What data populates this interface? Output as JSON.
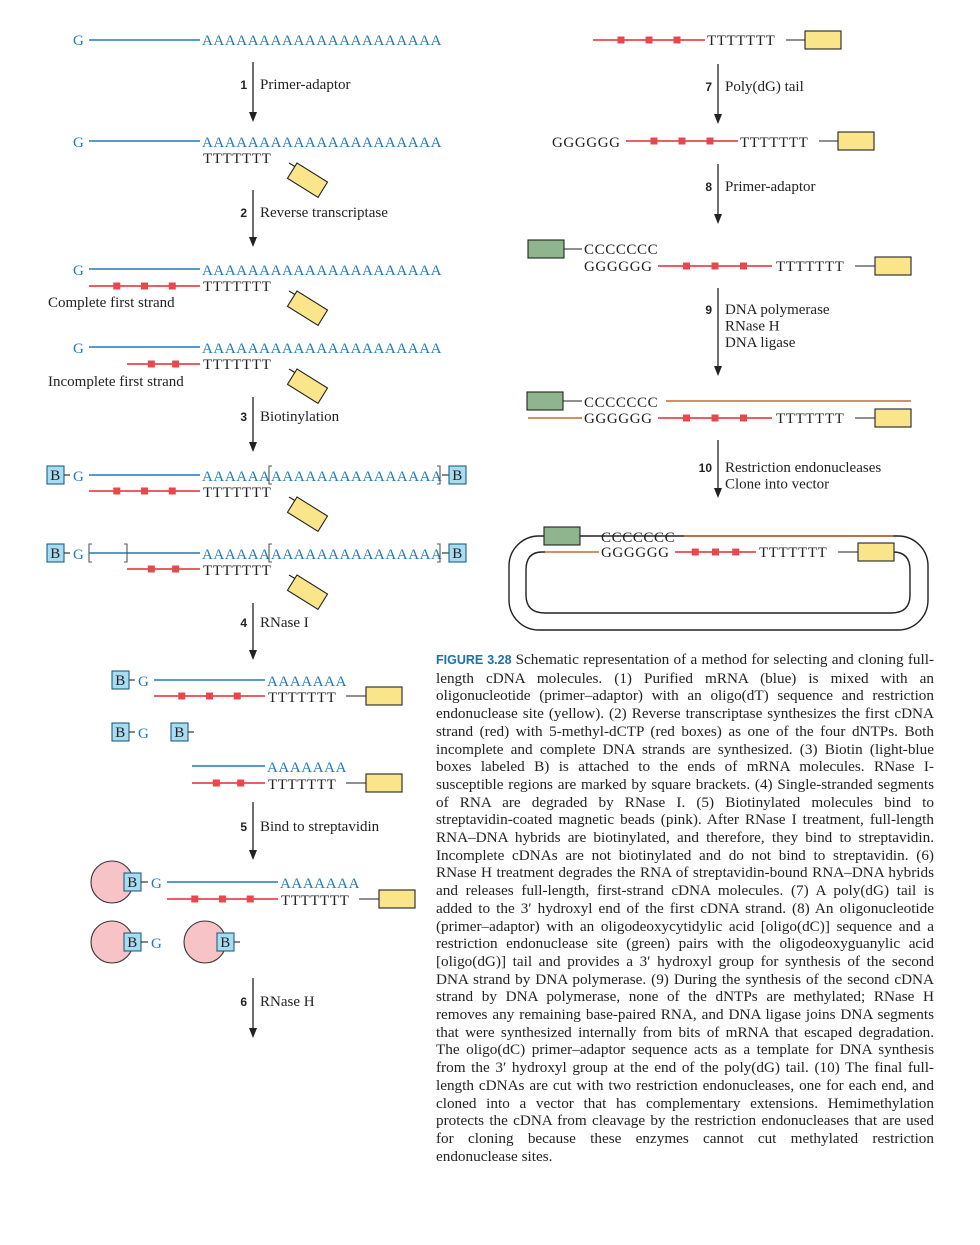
{
  "colors": {
    "rna": "#1f7ab8",
    "cdna_red": "#e8474c",
    "primer_yellow": "#fbe58b",
    "biotin_blue": "#a8dcf0",
    "bead_pink": "#f7c3c6",
    "adaptor_green": "#8fb58e",
    "second_strand_orange": "#c96a2c",
    "caption_blue": "#1f6fa8"
  },
  "sequences": {
    "g": "G",
    "polyA_long": "AAAAAAAAAAAAAAAAAAAAA",
    "polyA_short": "AAAAAAA",
    "polyA_split_a": "AAAAAA",
    "polyA_split_b": "AAAAAAAAAAAAAAA",
    "oligo_dT": "TTTTTTT",
    "poly_dG": "GGGGGG",
    "oligo_dC": "CCCCCCC",
    "biotin": "B"
  },
  "steps": [
    {
      "number": "1",
      "label": "Primer-adaptor"
    },
    {
      "number": "2",
      "label": "Reverse transcriptase"
    },
    {
      "number": "3",
      "label": "Biotinylation"
    },
    {
      "number": "4",
      "label": "RNase I"
    },
    {
      "number": "5",
      "label": "Bind to streptavidin"
    },
    {
      "number": "6",
      "label": "RNase H"
    },
    {
      "number": "7",
      "label": "Poly(dG) tail"
    },
    {
      "number": "8",
      "label": "Primer-adaptor"
    },
    {
      "number": "9",
      "label_lines": [
        "DNA polymerase",
        "RNase H",
        "DNA ligase"
      ]
    },
    {
      "number": "10",
      "label_lines": [
        "Restriction endonucleases",
        "Clone into vector"
      ]
    }
  ],
  "labels": {
    "complete_first_strand": "Complete first strand",
    "incomplete_first_strand": "Incomplete first strand"
  },
  "caption": {
    "figure_label": "FIGURE 3.28",
    "text": "Schematic representation of a method for selecting and cloning full-length cDNA molecules. (1) Purified mRNA (blue) is mixed with an oligonucleotide (primer–adaptor) with an oligo(dT) sequence and restriction endonuclease site (yellow). (2) Reverse transcriptase synthesizes the first cDNA strand (red) with 5-methyl-dCTP (red boxes) as one of the four dNTPs. Both incomplete and complete DNA strands are synthesized. (3) Biotin (light-blue boxes labeled B) is attached to the ends of mRNA molecules. RNase I-susceptible regions are marked by square brackets. (4) Single-stranded segments of RNA are degraded by RNase I. (5) Biotinylated molecules bind to streptavidin-coated magnetic beads (pink). After RNase I treatment, full-length RNA–DNA hybrids are biotinylated, and therefore, they bind to streptavidin. Incomplete cDNAs are not biotinylated and do not bind to streptavidin. (6) RNase H treatment degrades the RNA of streptavidin-bound RNA–DNA hybrids and releases full-length, first-strand cDNA molecules. (7) A poly(dG) tail is added to the 3′ hydroxyl end of the first cDNA strand. (8) An oligonucleotide (primer–adaptor) with an oligodeoxycytidylic acid [oligo(dC)] sequence and a restriction endonuclease site (green) pairs with the oligodeoxyguanylic acid [oligo(dG)] tail and provides a 3′ hydroxyl group for synthesis of the second DNA strand by DNA polymerase. (9) During the synthesis of the second cDNA strand by DNA polymerase, none of the dNTPs are methylated; RNase H removes any remaining base-paired RNA, and DNA ligase joins DNA segments that were synthesized internally from bits of mRNA that escaped degradation. The oligo(dC) primer–adaptor sequence acts as a template for DNA synthesis from the 3′ hydroxyl group at the end of the poly(dG) tail. (10) The final full-length cDNAs are cut with two restriction endonucleases, one for each end, and cloned into a vector that has complementary extensions. Hemimethylation protects the cDNA from cleavage by the restriction endonucleases that are used for cloning because these enzymes cannot cut methylated restriction endonuclease sites."
  }
}
